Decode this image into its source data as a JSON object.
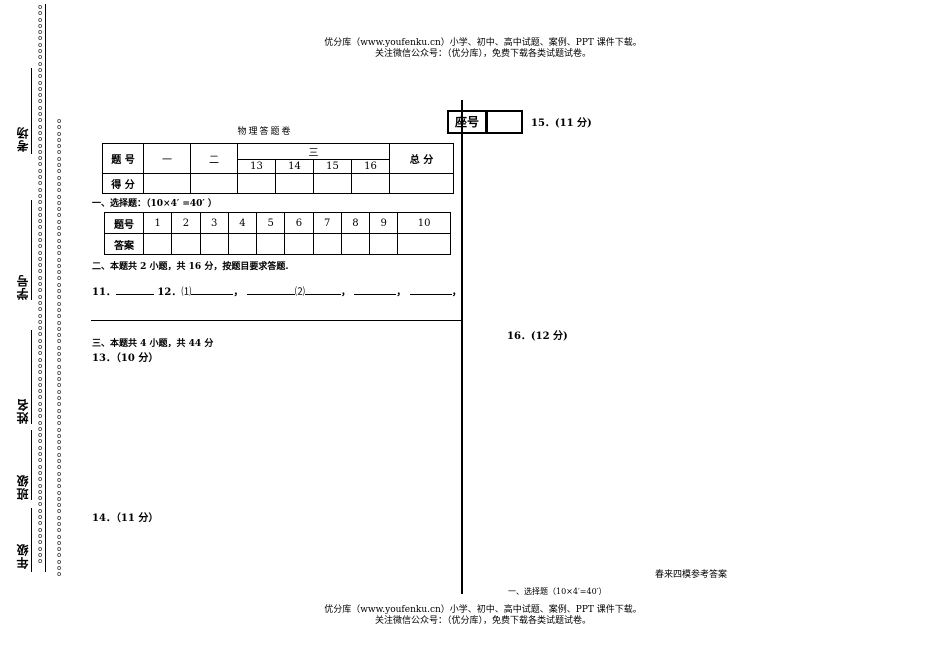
{
  "header": {
    "line1": "优分库（www.youfenku.cn）小学、初中、高中试题、案例、PPT 课件下载。",
    "line2": "关注微信公众号：（优分库），免费下载各类试题试卷。"
  },
  "footer": {
    "line1": "优分库（www.youfenku.cn）小学、初中、高中试题、案例、PPT 课件下载。",
    "line2": "关注微信公众号：（优分库），免费下载各类试题试卷。"
  },
  "binding": {
    "kaochang": "考场",
    "xuehao": "学号",
    "xingming": "姓名",
    "banji": "班级",
    "nianji": "年级"
  },
  "seat": {
    "label": "座号"
  },
  "title": "物理答题卷",
  "score_table": {
    "tihao": "题 号",
    "yi": "一",
    "er": "二",
    "san": "三",
    "sub": [
      "13",
      "14",
      "15",
      "16"
    ],
    "zongfen": "总 分",
    "defen": "得 分"
  },
  "sections": {
    "s1": "一、选择题：（10×4′ =40′ ）",
    "s2": "二、本题共 2 小题，共 16 分，按题目要求答题.",
    "s3": "三、本题共 4 小题，共 44 分"
  },
  "choice_table": {
    "tihao": "题号",
    "daan": "答案",
    "numbers": [
      "1",
      "2",
      "3",
      "4",
      "5",
      "6",
      "7",
      "8",
      "9",
      "10"
    ]
  },
  "fill": {
    "q11": "11．",
    "q12": "12．",
    "p1": "⑴",
    "p2": "⑵",
    "comma": "，"
  },
  "questions": {
    "q13": "13．（10 分）",
    "q14": "14．（11 分）",
    "q15": "15．(11 分)",
    "q16": "16．(12 分)"
  },
  "answer_key": {
    "title": "春来四模参考答案",
    "s1": "一、选择题（10×4′=40′）"
  }
}
